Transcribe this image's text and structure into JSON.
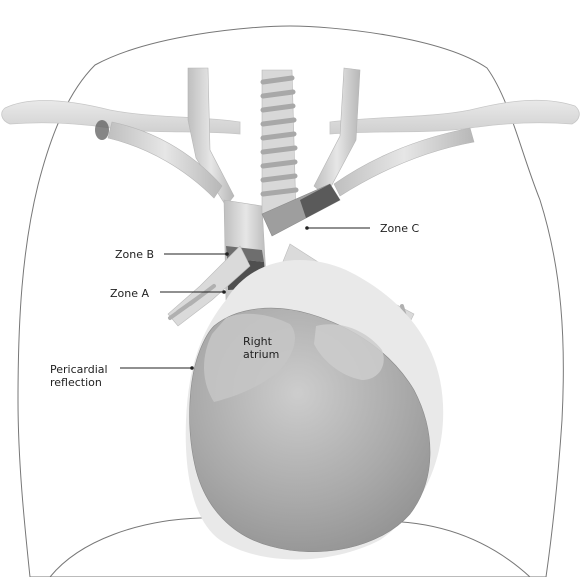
{
  "labels": {
    "zone_c": "Zone C",
    "zone_b": "Zone B",
    "zone_a": "Zone A",
    "right_atrium_line1": "Right",
    "right_atrium_line2": "atrium",
    "pericardial_line1": "Pericardial",
    "pericardial_line2": "reflection"
  },
  "colors": {
    "zone_dark": "#5a5a5a",
    "vessel": "#cfcfcf",
    "heart": "#b3b3b3"
  }
}
